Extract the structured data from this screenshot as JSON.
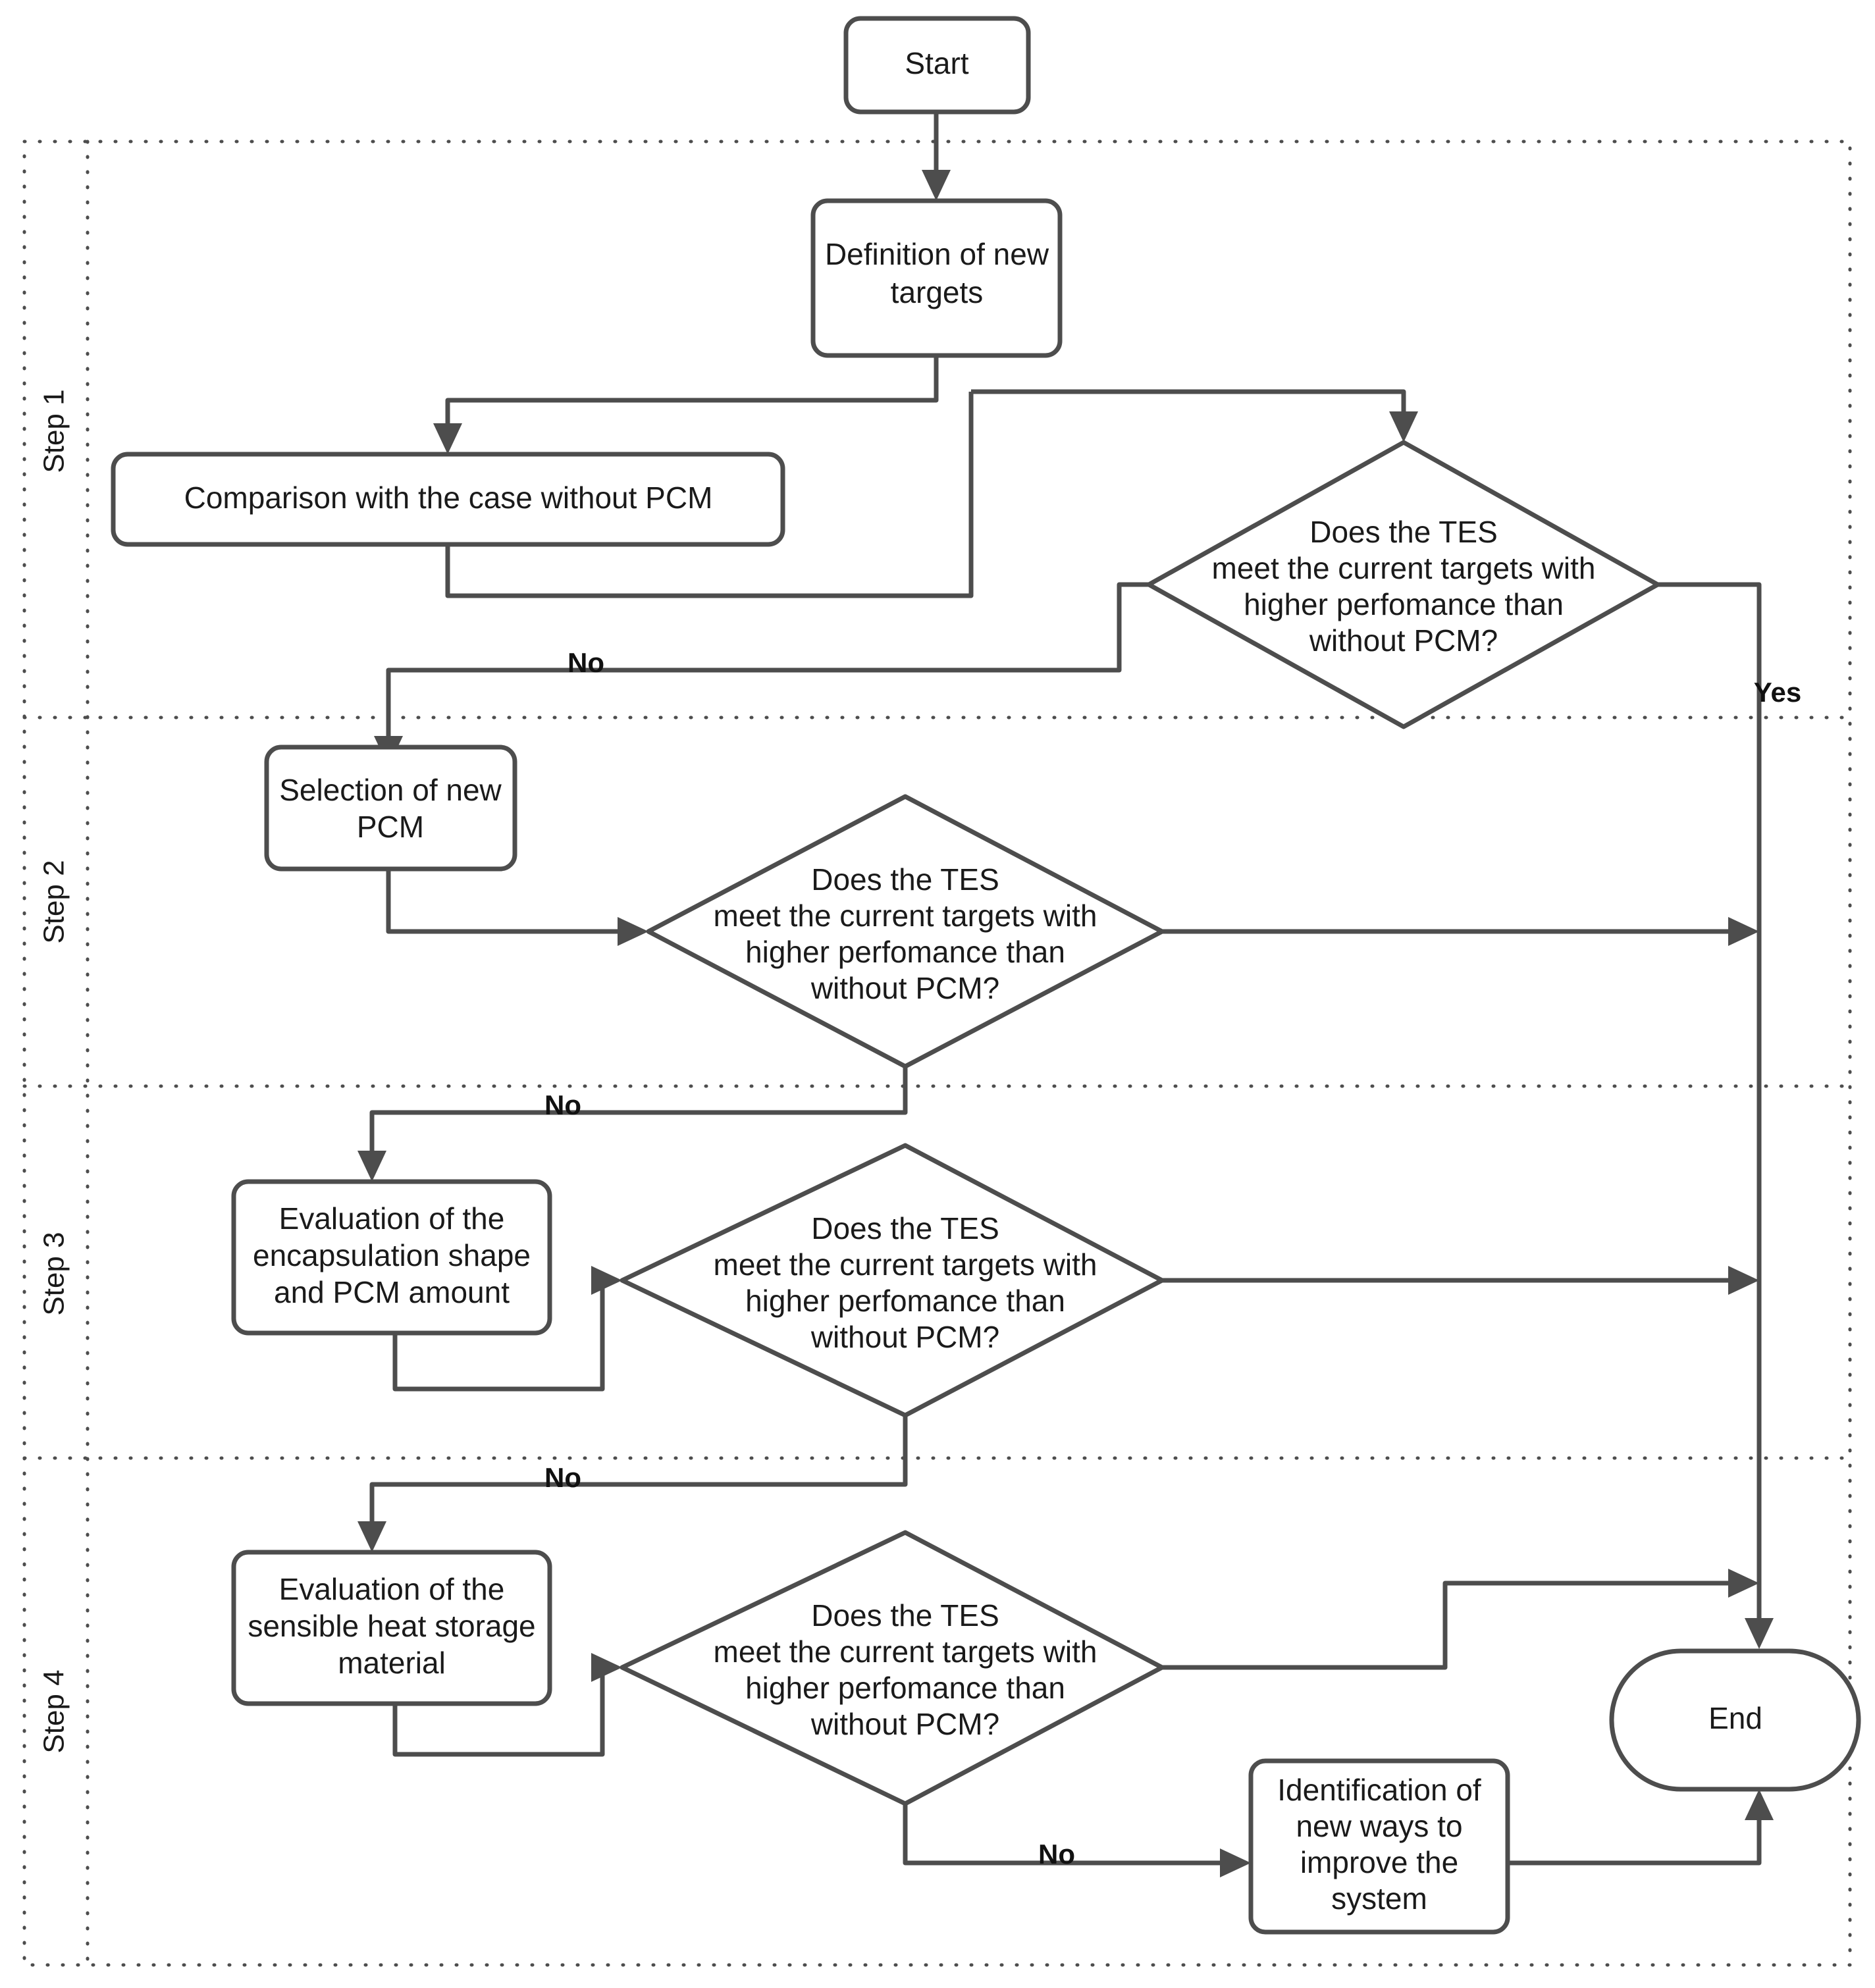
{
  "diagram": {
    "type": "flowchart",
    "orientation": "vertical",
    "background_color": "#ffffff",
    "stroke_color": "#4d4d4d",
    "text_color": "#1a1a1a",
    "lane_border_style": "dotted"
  },
  "lanes": [
    {
      "id": "step1",
      "label": "Step 1"
    },
    {
      "id": "step2",
      "label": "Step 2"
    },
    {
      "id": "step3",
      "label": "Step 3"
    },
    {
      "id": "step4",
      "label": "Step 4"
    }
  ],
  "nodes": {
    "start": {
      "id": "start",
      "shape": "rounded-rectangle",
      "label": "Start",
      "lines": [
        "Start"
      ]
    },
    "definition": {
      "id": "definition",
      "shape": "rounded-rectangle",
      "label": "Definition of new targets",
      "lines": [
        "Definition of new",
        "targets"
      ]
    },
    "comparison": {
      "id": "comparison",
      "shape": "rounded-rectangle",
      "label": "Comparison with the case without PCM",
      "lines": [
        "Comparison with the case without PCM"
      ]
    },
    "decision1": {
      "id": "decision1",
      "shape": "diamond",
      "label": "Does the TES meet the current targets with higher perfomance than without PCM?",
      "lines": [
        "Does the TES",
        "meet the current targets with",
        "higher perfomance than",
        "without PCM?"
      ]
    },
    "selection": {
      "id": "selection",
      "shape": "rounded-rectangle",
      "label": "Selection of new PCM",
      "lines": [
        "Selection of new",
        "PCM"
      ]
    },
    "decision2": {
      "id": "decision2",
      "shape": "diamond",
      "label": "Does the TES meet the current targets with higher perfomance than without PCM?",
      "lines": [
        "Does the TES",
        "meet the current targets with",
        "higher perfomance than",
        "without PCM?"
      ]
    },
    "encapsulation": {
      "id": "encapsulation",
      "shape": "rounded-rectangle",
      "label": "Evaluation of the encapsulation shape and PCM amount",
      "lines": [
        "Evaluation of the",
        "encapsulation shape",
        "and PCM amount"
      ]
    },
    "decision3": {
      "id": "decision3",
      "shape": "diamond",
      "label": "Does the TES meet the current targets with higher perfomance than without PCM?",
      "lines": [
        "Does the TES",
        "meet the current targets with",
        "higher perfomance than",
        "without PCM?"
      ]
    },
    "sensible": {
      "id": "sensible",
      "shape": "rounded-rectangle",
      "label": "Evaluation of the sensible heat storage material",
      "lines": [
        "Evaluation of the",
        "sensible heat storage",
        "material"
      ]
    },
    "decision4": {
      "id": "decision4",
      "shape": "diamond",
      "label": "Does the TES meet the current targets with higher perfomance than without PCM?",
      "lines": [
        "Does the TES",
        "meet the current targets with",
        "higher perfomance than",
        "without PCM?"
      ]
    },
    "identification": {
      "id": "identification",
      "shape": "rounded-rectangle",
      "label": "Identification of new ways to improve the system",
      "lines": [
        "Identification of",
        "new ways to",
        "improve the",
        "system"
      ]
    },
    "end": {
      "id": "end",
      "shape": "stadium",
      "label": "End",
      "lines": [
        "End"
      ]
    }
  },
  "edge_labels": {
    "decision1_yes": "Yes",
    "decision1_no": "No",
    "decision2_no": "No",
    "decision3_no": "No",
    "decision4_no": "No"
  }
}
